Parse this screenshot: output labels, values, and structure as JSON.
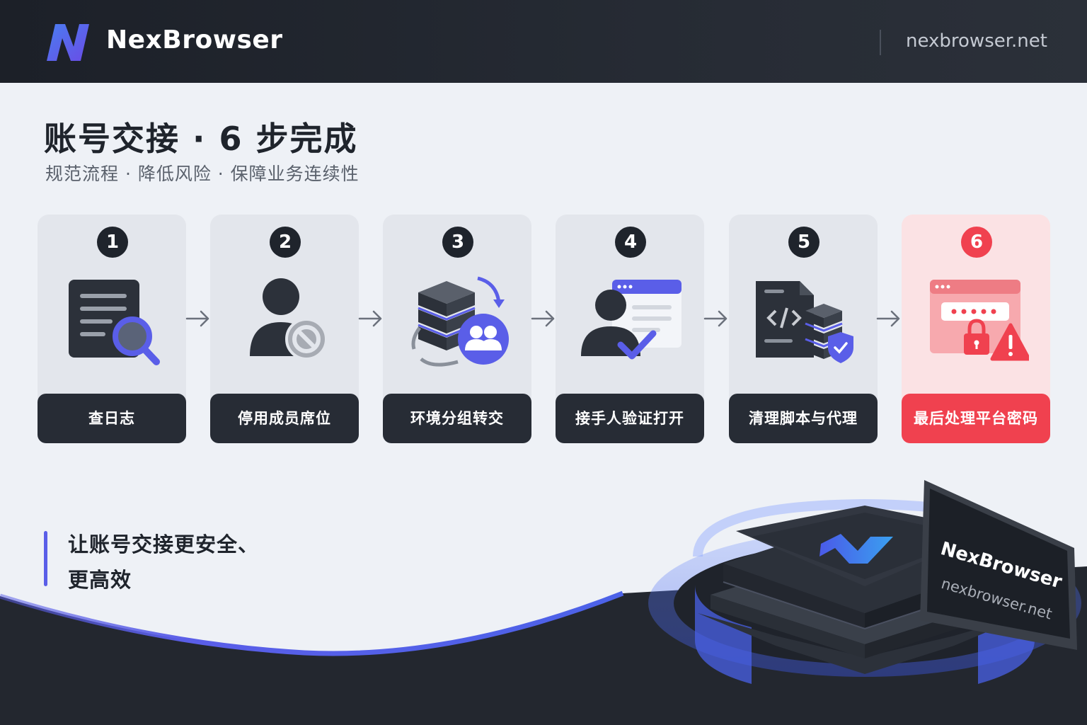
{
  "header": {
    "brand": "NexBrowser",
    "domain": "nexbrowser.net",
    "logo_icon": "nexbrowser-logo-icon"
  },
  "title": "账号交接 · 6 步完成",
  "subtitle": "规范流程 · 降低风险 · 保障业务连续性",
  "steps": [
    {
      "number": "1",
      "label": "查日志",
      "icon": "log-search-icon"
    },
    {
      "number": "2",
      "label": "停用成员席位",
      "icon": "user-disabled-icon"
    },
    {
      "number": "3",
      "label": "环境分组转交",
      "icon": "environment-transfer-icon"
    },
    {
      "number": "4",
      "label": "接手人验证打开",
      "icon": "user-verify-icon"
    },
    {
      "number": "5",
      "label": "清理脚本与代理",
      "icon": "script-proxy-clean-icon"
    },
    {
      "number": "6",
      "label": "最后处理平台密码",
      "icon": "password-warning-icon"
    }
  ],
  "slogan": {
    "line1": "让账号交接更安全、",
    "line2": "更高效"
  },
  "sign": {
    "brand": "NexBrowser",
    "domain": "nexbrowser.net"
  },
  "colors": {
    "dark": "#1f242c",
    "accent": "#5a5ee8",
    "alert": "#f0414f",
    "card": "#e3e6ec"
  }
}
